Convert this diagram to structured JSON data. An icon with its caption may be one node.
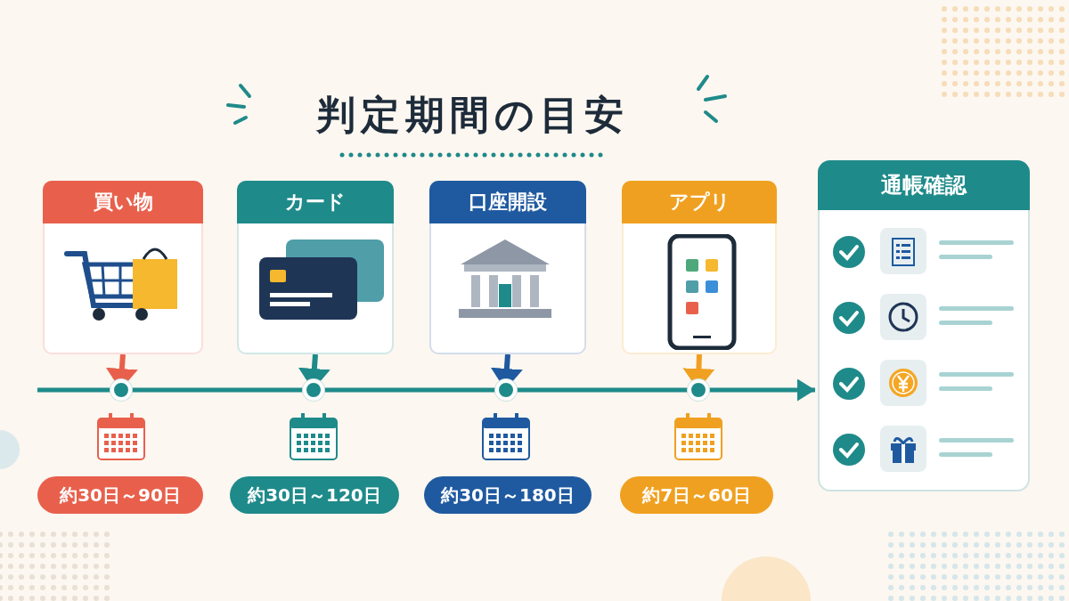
{
  "diagram": {
    "title": "判定期間の目安",
    "nodes": [
      {
        "text": [
          "買い物"
        ]
      },
      {
        "text": [
          "カード"
        ]
      },
      {
        "text": [
          "口座開設"
        ]
      },
      {
        "text": [
          "アプリ"
        ]
      },
      {
        "text": [],
        "shape": "circle"
      },
      {
        "text": [],
        "shape": "circle"
      },
      {
        "text": [],
        "shape": "circle"
      },
      {
        "text": [],
        "shape": "circle"
      },
      {
        "text": [
          "約30日～90日"
        ]
      },
      {
        "text": [
          "約30日～120日"
        ]
      },
      {
        "text": [
          "約30日～180日"
        ]
      },
      {
        "text": [
          "約7日～60日"
        ]
      },
      {
        "text": [
          "通帳確認"
        ]
      }
    ],
    "edges": [
      {
        "from": 0,
        "to": 4,
        "arrow": "to",
        "color": "#e8604c"
      },
      {
        "from": 1,
        "to": 5,
        "arrow": "to",
        "color": "#1f8a8a"
      },
      {
        "from": 2,
        "to": 6,
        "arrow": "to",
        "color": "#1f5aa0"
      },
      {
        "from": 3,
        "to": 7,
        "arrow": "to",
        "color": "#f0a020"
      },
      {
        "from": null,
        "to": 4,
        "arrow": "none"
      },
      {
        "from": 4,
        "to": 5,
        "arrow": "none"
      },
      {
        "from": 5,
        "to": 6,
        "arrow": "none"
      },
      {
        "from": 6,
        "to": 7,
        "arrow": "none"
      },
      {
        "from": 7,
        "to": 12,
        "arrow": "to"
      }
    ]
  }
}
